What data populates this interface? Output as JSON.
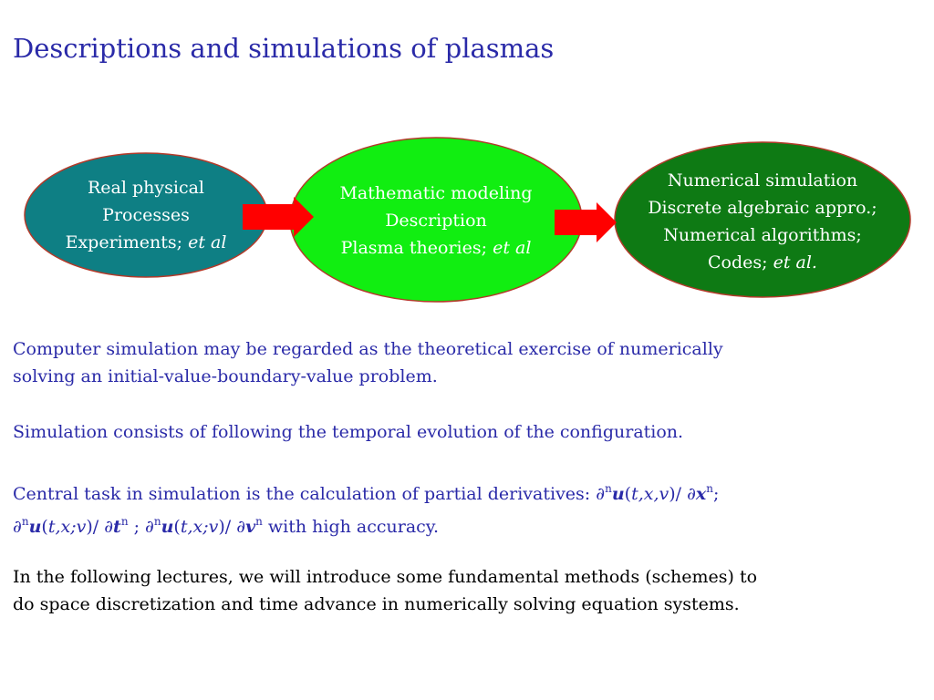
{
  "title": "Descriptions and simulations of plasmas",
  "colors": {
    "title": "#2a2aa8",
    "text_blue": "#2a2aa8",
    "text_black": "#000000",
    "node1_fill": "#0e7f84",
    "node2_fill": "#11ee11",
    "node3_fill": "#0e7a14",
    "node_border": "#b23a2a",
    "arrow": "#ff0000"
  },
  "diagram": {
    "nodes": [
      {
        "id": "real-physical",
        "lines": [
          "Real physical",
          "Processes",
          "Experiments; "
        ],
        "italic_suffix": "et al",
        "text_color": "#ffffff"
      },
      {
        "id": "mathematic-modeling",
        "lines": [
          "Mathematic modeling",
          "Description",
          "Plasma theories; "
        ],
        "italic_suffix": "et al",
        "text_color": "#ffffff"
      },
      {
        "id": "numerical-simulation",
        "lines": [
          "Numerical simulation",
          "Discrete algebraic appro.;",
          "Numerical algorithms;",
          "Codes; "
        ],
        "italic_suffix": "et al.",
        "text_color": "#ffffff"
      }
    ],
    "edges": [
      {
        "from": "real-physical",
        "to": "mathematic-modeling",
        "label": ""
      },
      {
        "from": "mathematic-modeling",
        "to": "numerical-simulation",
        "label": ""
      }
    ]
  },
  "paragraphs": {
    "p1": {
      "line1": "Computer simulation may be regarded as the theoretical exercise of numerically",
      "line2": "solving an initial-value-boundary-value problem."
    },
    "p2": "Simulation consists of following the temporal evolution of the configuration.",
    "p3": {
      "prefix": "Central task in simulation is the calculation of partial derivatives: ",
      "d": "∂",
      "n": "n",
      "u": "u",
      "args1": "t,x,v",
      "args2": "t,x;v",
      "x": "x",
      "t": "t",
      "v": "v",
      "suffix": " with high accuracy."
    },
    "p4": {
      "line1": "In the following lectures, we will introduce some fundamental methods (schemes) to",
      "line2": "do space discretization and time advance in numerically solving equation systems."
    }
  }
}
